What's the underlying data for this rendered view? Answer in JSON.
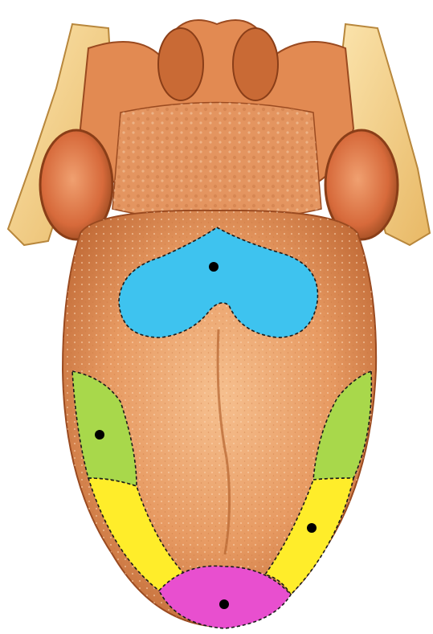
{
  "figure": {
    "type": "tongue-taste-map",
    "labels_shown": false,
    "background_color": "#ffffff"
  },
  "colors": {
    "tongue_base": "#e79a62",
    "tongue_shadow": "#b85f2c",
    "tongue_highlight": "#f6c08f",
    "tonsil": "#d76a3b",
    "bone": "#f4d48e",
    "outline_dash": "#1a1a1a",
    "marker_dot": "#000000"
  },
  "zones": [
    {
      "id": "back",
      "color": "#3ec3ef",
      "marker": true
    },
    {
      "id": "left-side-upper",
      "color": "#a8d84b",
      "marker": true
    },
    {
      "id": "right-side-upper",
      "color": "#a8d84b",
      "marker": false
    },
    {
      "id": "left-side-lower",
      "color": "#ffed2a",
      "marker": false
    },
    {
      "id": "right-side-lower",
      "color": "#ffed2a",
      "marker": true
    },
    {
      "id": "tip",
      "color": "#e84fcf",
      "marker": true
    }
  ]
}
